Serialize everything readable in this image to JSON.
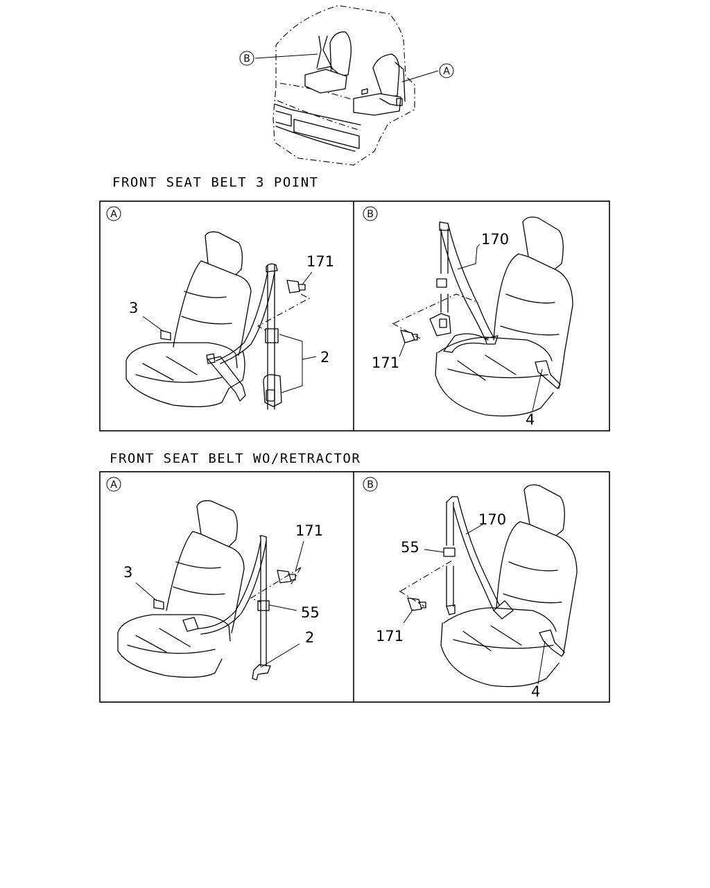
{
  "overview": {
    "callout_a": "A",
    "callout_b": "B"
  },
  "sections": [
    {
      "title": "FRONT SEAT BELT 3 POINT",
      "panel_a": {
        "marker": "A",
        "labels": {
          "p171": "171",
          "p3": "3",
          "p2": "2"
        }
      },
      "panel_b": {
        "marker": "B",
        "labels": {
          "p170": "170",
          "p171": "171",
          "p4": "4"
        }
      }
    },
    {
      "title": "FRONT SEAT BELT WO/RETRACTOR",
      "panel_a": {
        "marker": "A",
        "labels": {
          "p171": "171",
          "p3": "3",
          "p55": "55",
          "p2": "2"
        }
      },
      "panel_b": {
        "marker": "B",
        "labels": {
          "p55": "55",
          "p170": "170",
          "p171": "171",
          "p4": "4"
        }
      }
    }
  ]
}
